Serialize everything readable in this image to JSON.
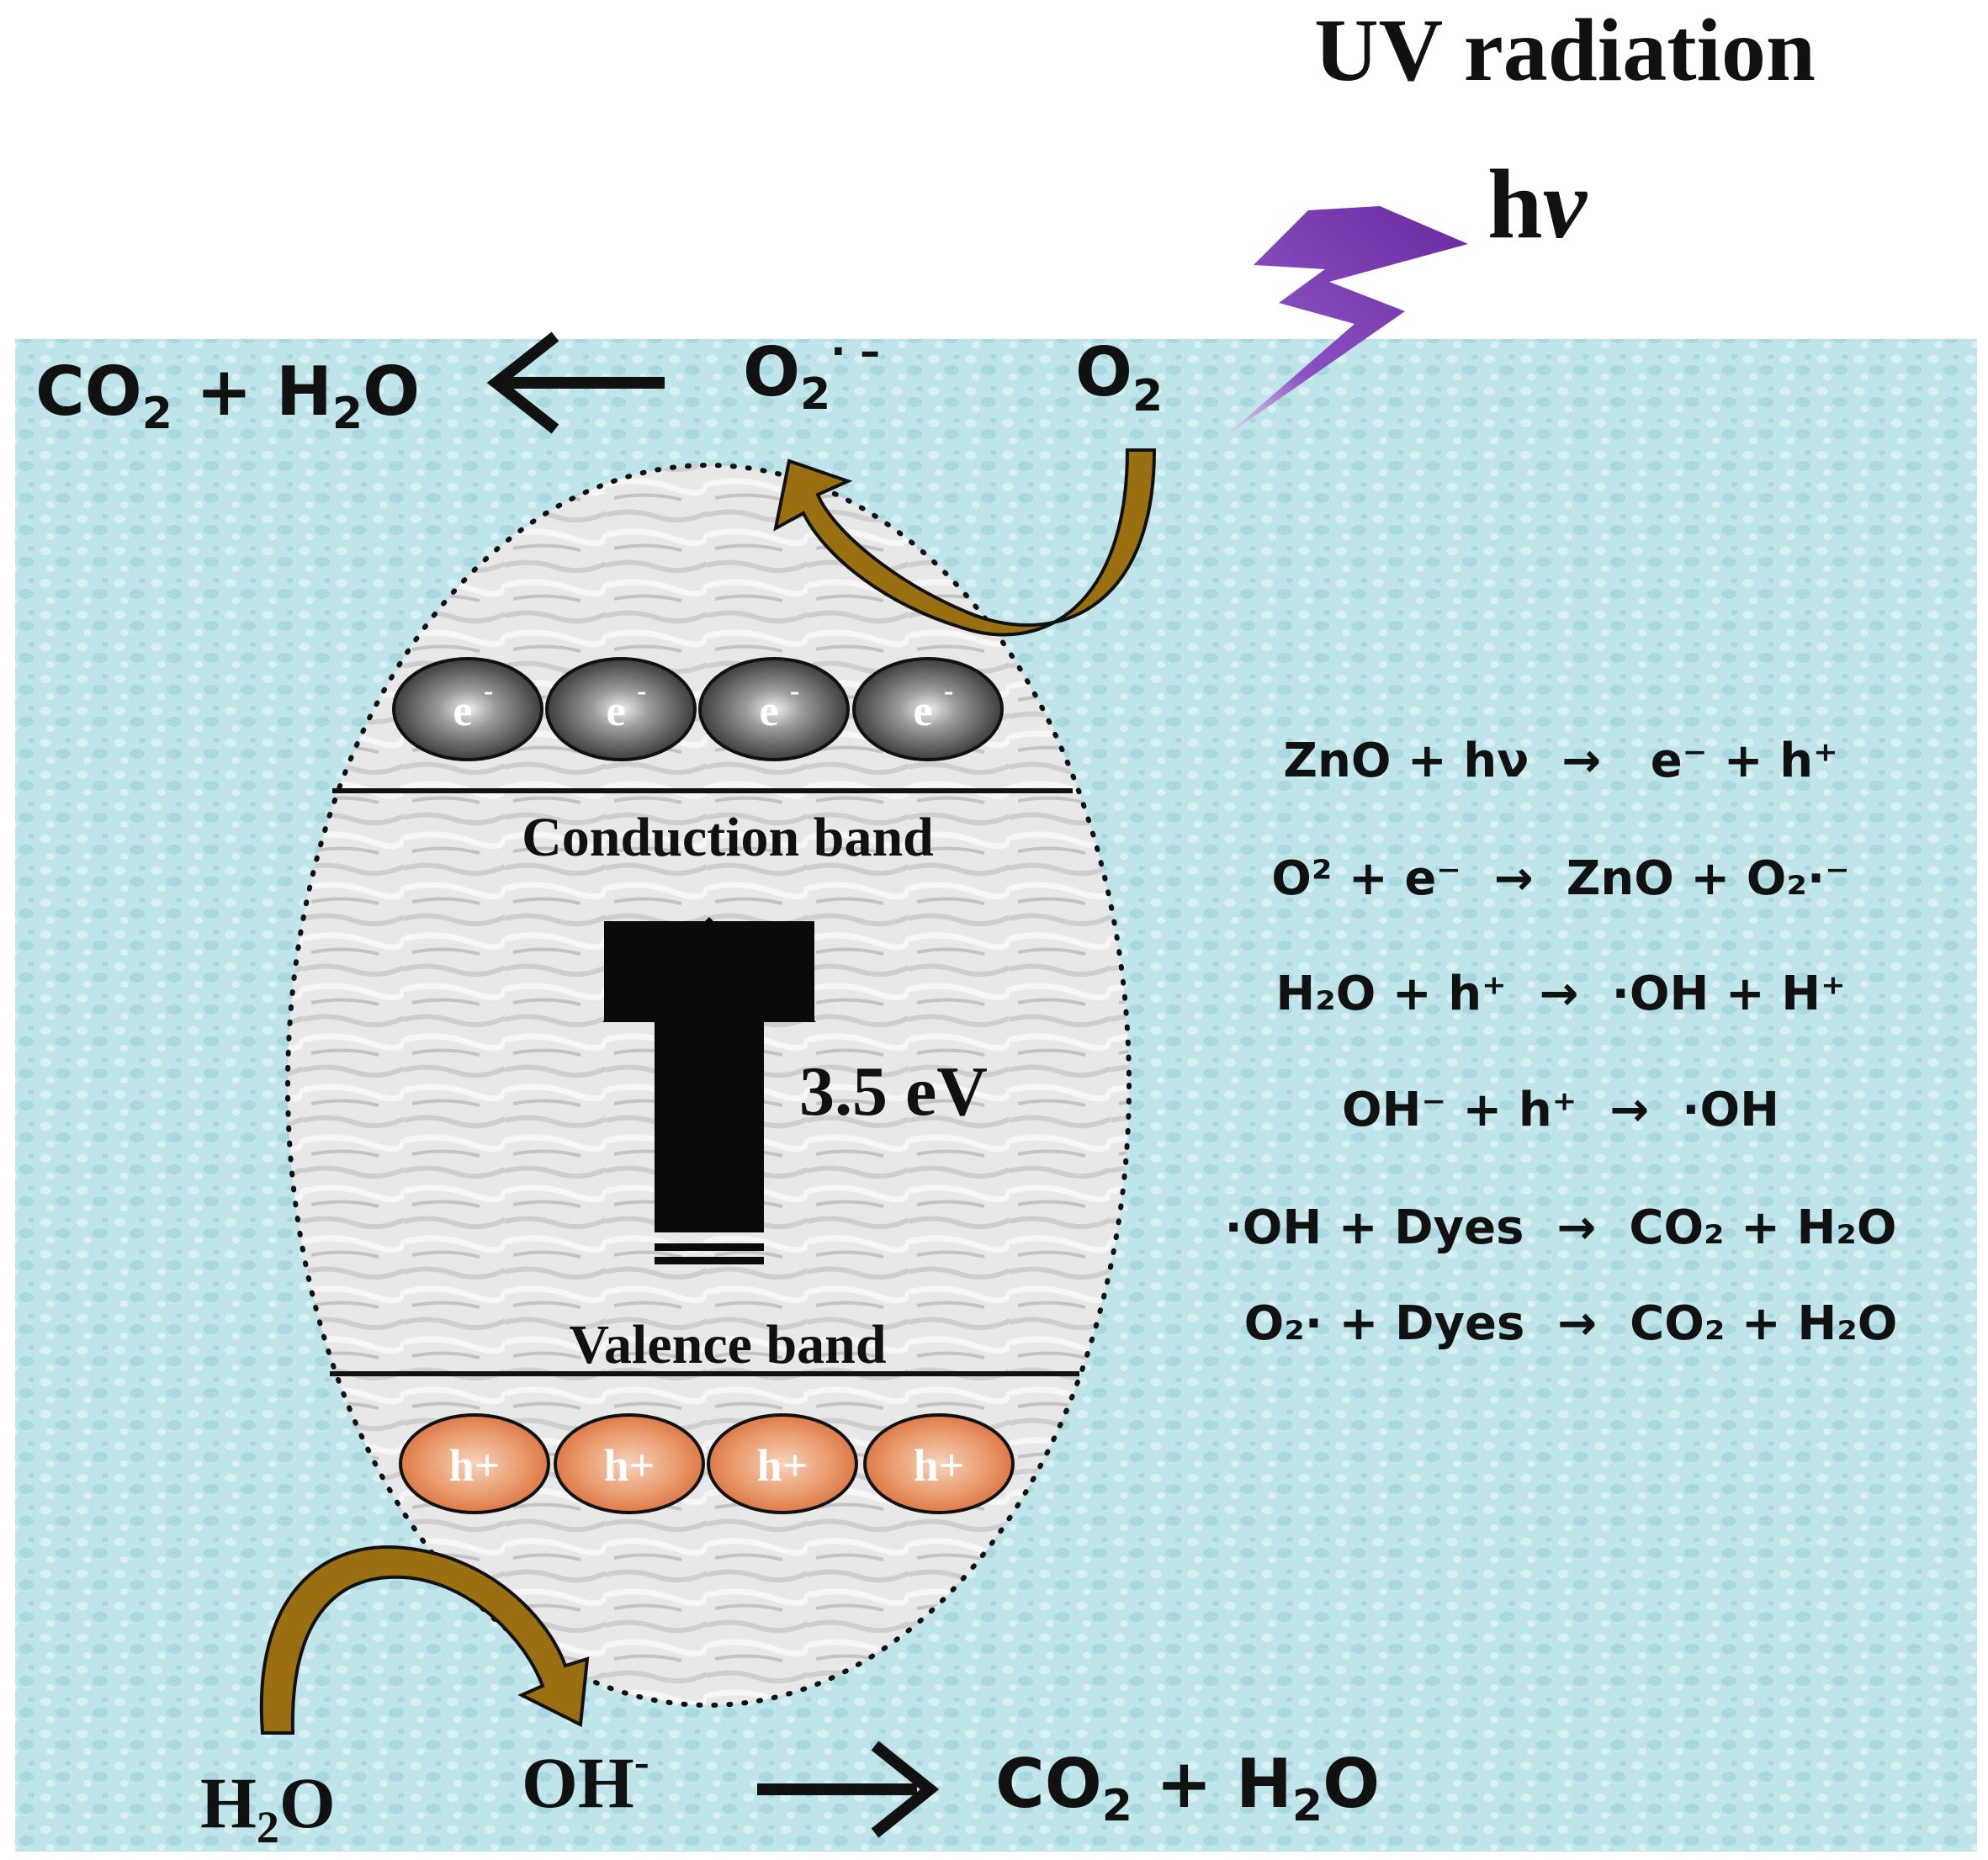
{
  "header": {
    "uv_title": "UV radiation",
    "hv_h": "h",
    "hv_nu": "ν"
  },
  "top_row": {
    "co2": "CO",
    "co2_sub": "2",
    "plus": "+",
    "h2o_h": "H",
    "h2o_sub": "2",
    "h2o_o": "O",
    "superoxide": "O",
    "superoxide_sub": "2",
    "superoxide_sup": "· –",
    "oxygen": "O",
    "oxygen_sub": "2"
  },
  "particle": {
    "electron_label": "e",
    "electron_sup": "-",
    "hole_label": "h+",
    "conduction_band": "Conduction band",
    "valence_band": "Valence band",
    "band_gap": "3.5 eV"
  },
  "bottom_row": {
    "h2o_h": "H",
    "h2o_sub": "2",
    "h2o_o": "O",
    "oh": "OH",
    "oh_sup": "-",
    "co2": "CO",
    "co2_sub": "2",
    "plus": "+",
    "h2o2_h": "H",
    "h2o2_sub": "2",
    "h2o2_o": "O"
  },
  "reactions": [
    {
      "text": "ZnO + hν  →   e⁻ + h⁺"
    },
    {
      "text": "O² + e⁻  →  ZnO + O₂·⁻"
    },
    {
      "text": "H₂O + h⁺  →  ·OH + H⁺"
    },
    {
      "text": "OH⁻ + h⁺  →  ·OH"
    },
    {
      "text": "·OH + Dyes  →  CO₂ + H₂O"
    },
    {
      "text": "O₂· + Dyes  →  CO₂ + H₂O"
    }
  ],
  "colors": {
    "water": "#bfe4ea",
    "electron": "#3d3d3d",
    "hole": "#e0845a",
    "curved_arrow": "#9a6f12",
    "lightning": "#7030a0"
  }
}
